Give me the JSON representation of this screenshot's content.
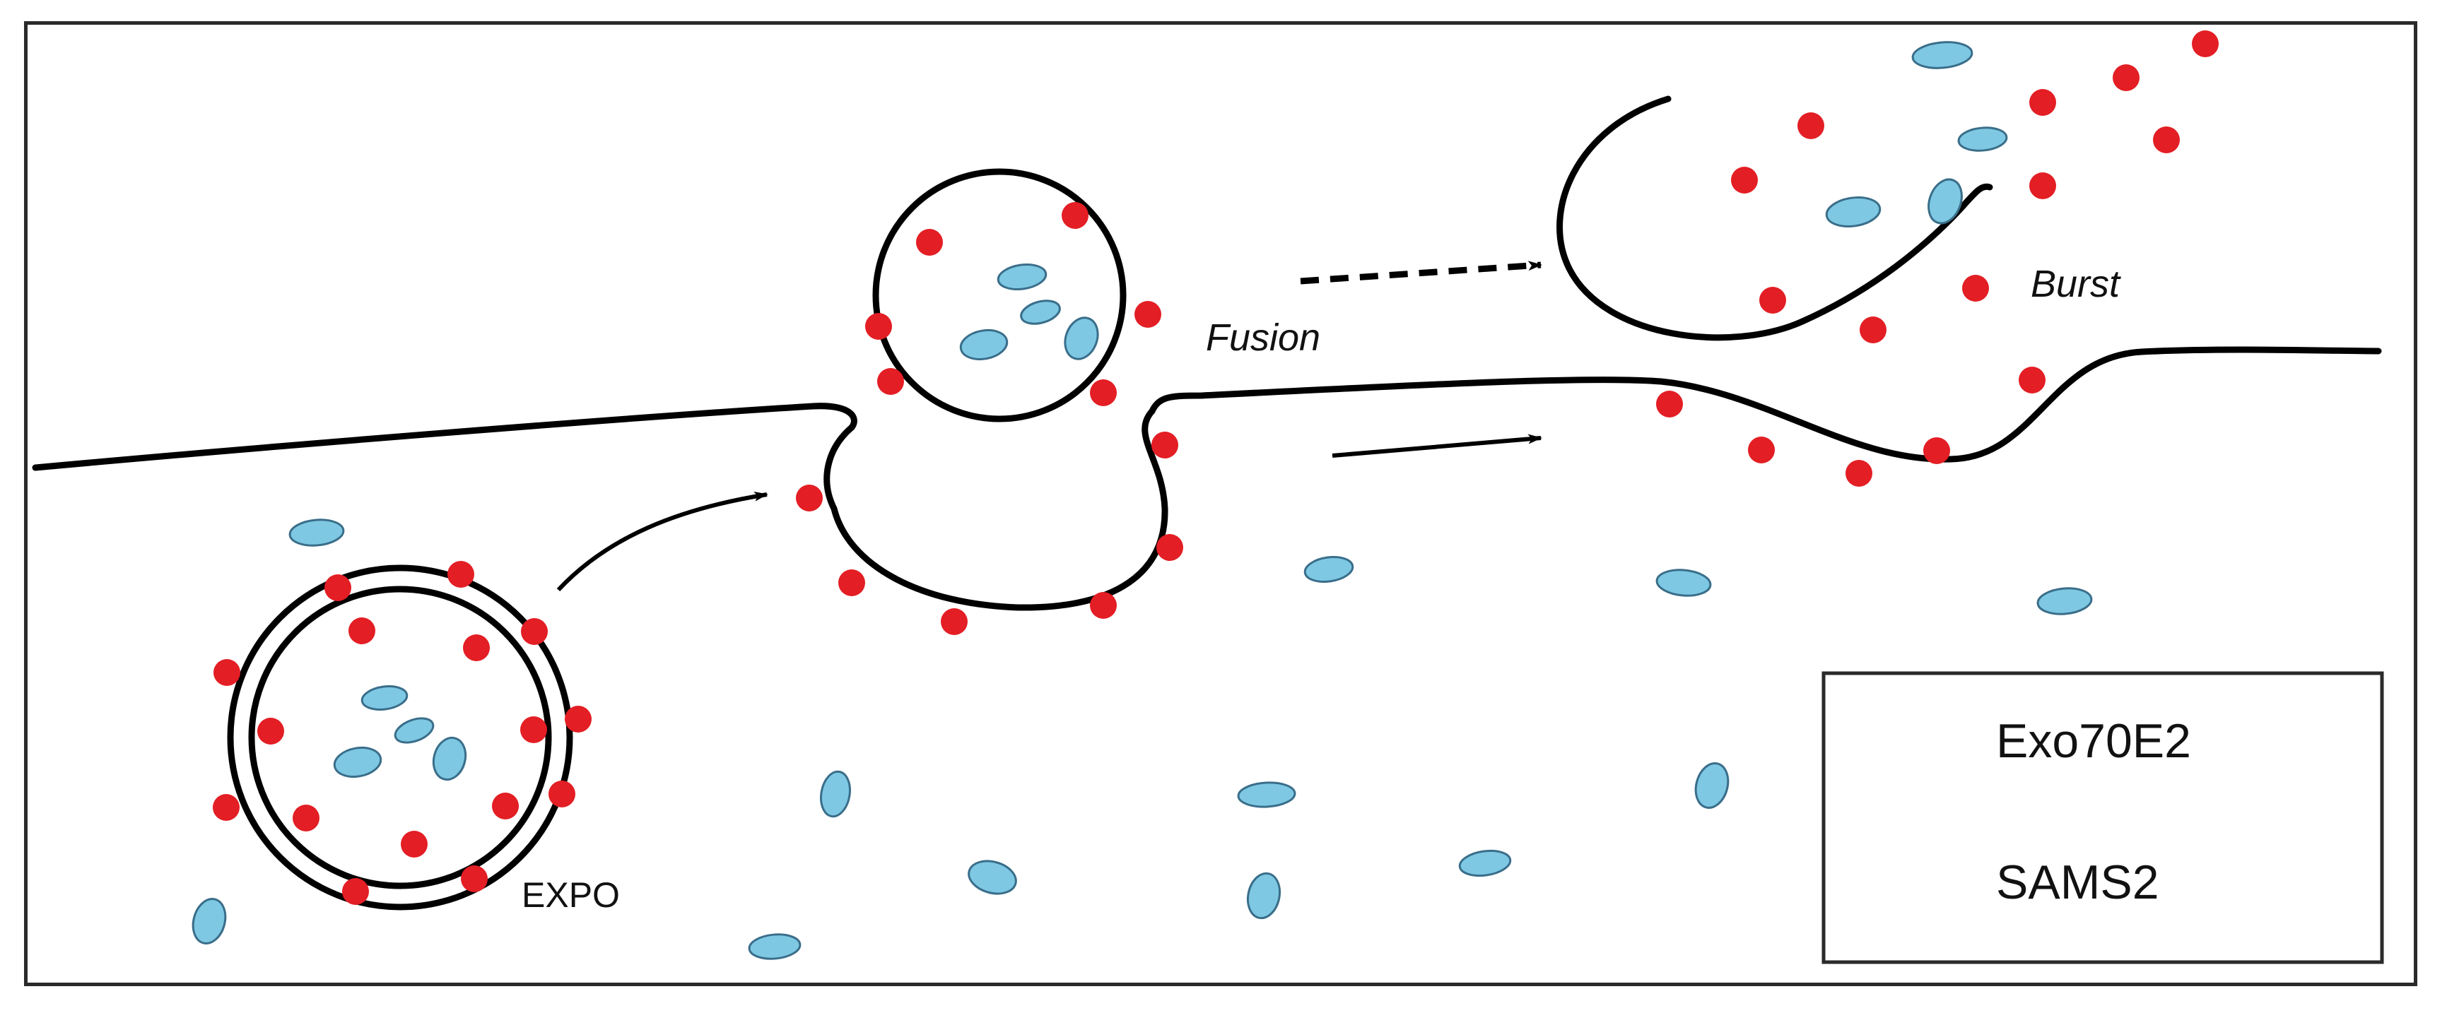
{
  "labels": {
    "expo": "EXPO",
    "fusion": "Fusion",
    "burst": "Burst"
  },
  "legend": {
    "items": [
      {
        "label": "Exo70E2",
        "symbol": "red-dot"
      },
      {
        "label": "SAMS2",
        "symbol": "blue-blob-cluster"
      }
    ]
  },
  "colors": {
    "exo70e2": "#e31e24",
    "sams2_fill": "#7ec8e3",
    "sams2_stroke": "#3a6e8a",
    "membrane": "#000000"
  }
}
